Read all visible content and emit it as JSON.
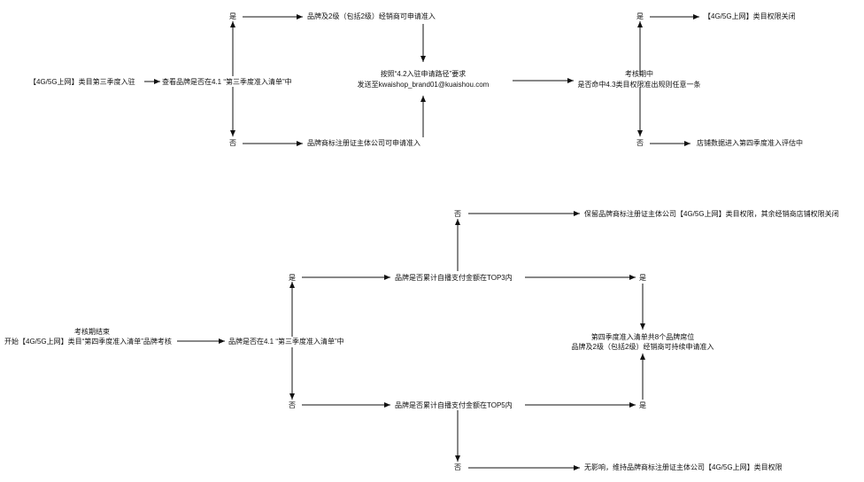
{
  "diagram_top": {
    "start": "【4G/5G上网】类目第三季度入驻",
    "check": "查看品牌是否在4.1 “第三季度准入清单”中",
    "yes": "是",
    "no": "否",
    "yes_result": "品牌及2级（包括2级）经销商可申请准入",
    "no_result": "品牌商标注册证主体公司可申请准入",
    "submit_line1": "按照“4.2入驻申请路径”要求",
    "submit_line2": "发送至kwaishop_brand01@kuaishou.com",
    "period_line1": "考核期中",
    "period_line2": "是否命中4.3类目权限准出规则任意一条",
    "period_yes": "是",
    "period_no": "否",
    "period_yes_result": "【4G/5G上网】类目权限关闭",
    "period_no_result": "店铺数据进入第四季度准入评估中"
  },
  "diagram_bottom": {
    "start_line1": "考核期结束",
    "start_line2": "开始【4G/5G上网】类目“第四季度准入清单”品牌考核",
    "check": "品牌是否在4.1 “第三季度准入清单”中",
    "yes": "是",
    "no": "否",
    "top3_check": "品牌是否累计自播支付金额在TOP3内",
    "top5_check": "品牌是否累计自播支付金额在TOP5内",
    "top3_no": "否",
    "top3_no_result": "保留品牌商标注册证主体公司【4G/5G上网】类目权限，其余经销商店铺权限关闭",
    "top3_yes": "是",
    "top5_yes": "是",
    "top5_no": "否",
    "top5_no_result": "无影响，维持品牌商标注册证主体公司【4G/5G上网】类目权限",
    "result_line1": "第四季度准入清单共8个品牌席位",
    "result_line2": "品牌及2级（包括2级）经销商可持续申请准入"
  },
  "colors": {
    "line": "#111111",
    "text": "#111111",
    "background": "#ffffff"
  }
}
